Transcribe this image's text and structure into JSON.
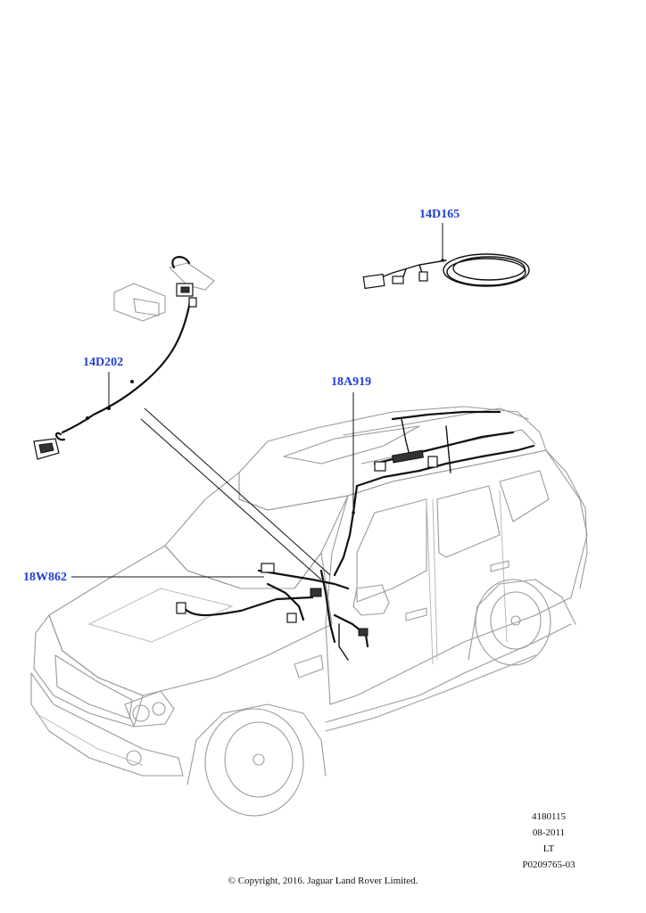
{
  "labels": {
    "part_14D165": "14D165",
    "part_14D202": "14D202",
    "part_18A919": "18A919",
    "part_18W862": "18W862"
  },
  "reference": {
    "code": "4180115",
    "date": "08-2011",
    "variant": "LT",
    "illustration_id": "P0209765-03"
  },
  "copyright": "© Copyright, 2016. Jaguar Land Rover Limited.",
  "colors": {
    "label_blue": "#1f3fd1",
    "car_outline": "#9a9a9a",
    "harness": "#111111"
  }
}
